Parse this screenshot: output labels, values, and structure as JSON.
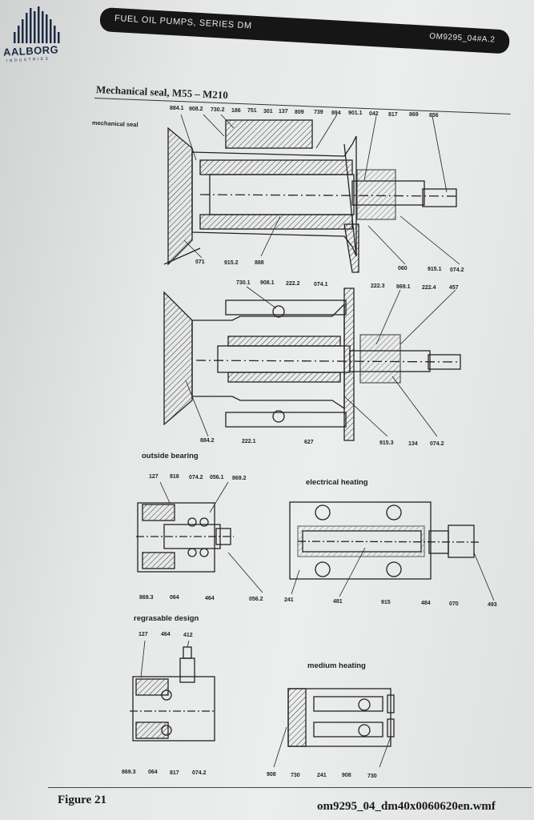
{
  "header": {
    "logo_text": "AALBORG",
    "logo_sub": "INDUSTRIES",
    "banner_title": "FUEL OIL PUMPS, SERIES DM",
    "banner_code": "OM9295_04#A.2"
  },
  "section": {
    "title": "Mechanical seal, M55 – M210"
  },
  "captions": {
    "mechanical_seal": "mechanical seal",
    "outside_bearing": "outside bearing",
    "electrical_heating": "electrical heating",
    "regrasable_design": "regrasable design",
    "medium_heating": "medium heating"
  },
  "part_labels": {
    "top": [
      "884.1",
      "908.2",
      "730.2",
      "186",
      "751",
      "301",
      "137",
      "809",
      "739",
      "894",
      "901.1",
      "042",
      "817",
      "869",
      "856",
      "071",
      "915.2",
      "888",
      "060",
      "915.1",
      "074.2"
    ],
    "middle": [
      "730.1",
      "908.1",
      "222.2",
      "074.1",
      "222.3",
      "869.1",
      "222.4",
      "457",
      "884.2",
      "222.1",
      "627",
      "915.3",
      "134",
      "074.2"
    ],
    "outside_bearing": [
      "127",
      "818",
      "074.2",
      "056.1",
      "869.2",
      "869.3",
      "064",
      "464",
      "056.2"
    ],
    "electrical_heating": [
      "241",
      "481",
      "915",
      "484",
      "070",
      "493"
    ],
    "regrasable": [
      "127",
      "464",
      "412",
      "869.3",
      "064",
      "817",
      "074.2"
    ],
    "medium_heating": [
      "908",
      "730",
      "241",
      "908",
      "730"
    ]
  },
  "footer": {
    "figure": "Figure 21",
    "filename": "om9295_04_dm40x0060620en.wmf"
  },
  "colors": {
    "ink": "#222222",
    "paper": "#e6e8e7",
    "logo_blue": "#1d2a44"
  }
}
